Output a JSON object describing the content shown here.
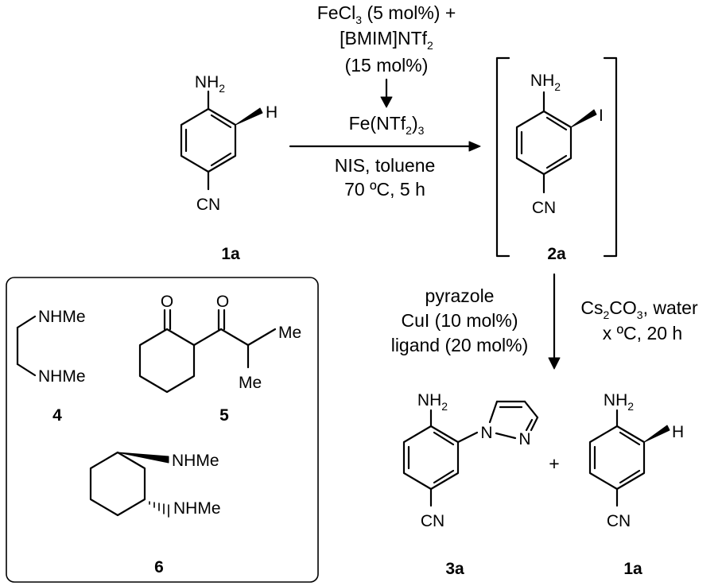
{
  "top_conditions": {
    "line1_pre": "FeCl",
    "line1_sub": "3",
    "line1_post": " (5 mol%) +",
    "line2_pre": "[BMIM]NTf",
    "line2_sub": "2",
    "line3": "(15 mol%)",
    "catalyst_pre": "Fe(NTf",
    "catalyst_sub": "2",
    "catalyst_post": ")",
    "catalyst_sub2": "3",
    "reagents": "NIS, toluene",
    "temp_time": "70 ºC, 5 h"
  },
  "compound_1a": {
    "amine": "NH",
    "amine_sub": "2",
    "h": "H",
    "nitrile": "CN",
    "label": "1a"
  },
  "compound_2a": {
    "amine": "NH",
    "amine_sub": "2",
    "iodo": "I",
    "nitrile": "CN",
    "label": "2a"
  },
  "coupling_conditions": {
    "left1": "pyrazole",
    "left2": "CuI (10 mol%)",
    "left3": "ligand (20 mol%)",
    "right1_pre": "Cs",
    "right1_sub": "2",
    "right1_mid": "CO",
    "right1_sub2": "3",
    "right1_post": ", water",
    "right2": "x ºC, 20 h"
  },
  "product_3a": {
    "amine": "NH",
    "amine_sub": "2",
    "n1": "N",
    "n2": "N",
    "nitrile": "CN",
    "label": "3a"
  },
  "plus": "+",
  "byproduct_1a": {
    "amine": "NH",
    "amine_sub": "2",
    "h": "H",
    "nitrile": "CN",
    "label": "1a"
  },
  "ligands": {
    "l4_top": "NHMe",
    "l4_bottom": "NHMe",
    "l4_label": "4",
    "l5_o1": "O",
    "l5_o2": "O",
    "l5_me1": "Me",
    "l5_me2": "Me",
    "l5_label": "5",
    "l6_top": "NHMe",
    "l6_bottom": "NHMe",
    "l6_label": "6"
  }
}
